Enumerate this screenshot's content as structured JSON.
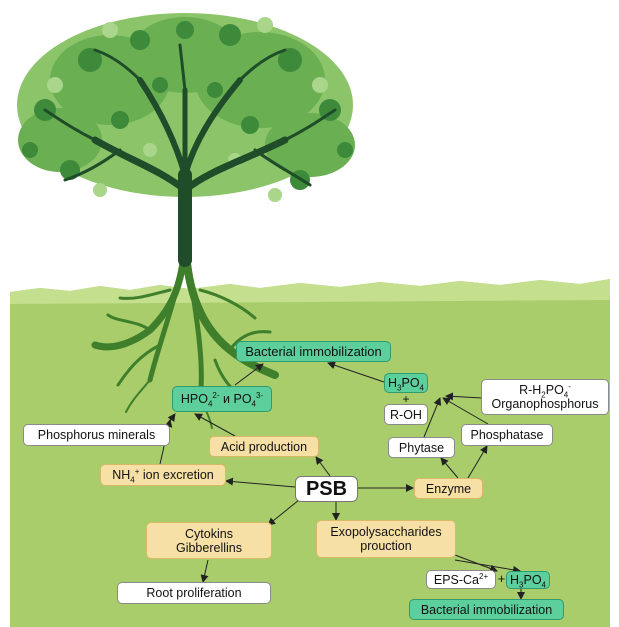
{
  "colors": {
    "soil": "#a9cd6a",
    "soil_light": "#c4df8d",
    "trunk": "#1f4d2a",
    "roots": "#3f7f2c",
    "leaf_dark": "#3d8a3a",
    "leaf_light": "#8cc46a",
    "box_white": "#ffffff",
    "box_yellow": "#f6e0a6",
    "box_green": "#5ccf9c"
  },
  "icons": [
    "tree-icon",
    "roots-icon",
    "grass-icon"
  ],
  "diagram": {
    "psb": "PSB",
    "bacterial_immobilization_top": "Bacterial immobilization",
    "hpo4_po4": {
      "a": "HPO",
      "a_sub": "4",
      "a_sup": "2-",
      "mid": " и PO",
      "b_sub": "4",
      "b_sup": "3-"
    },
    "h3po4_top": {
      "pre": "H",
      "sub1": "3",
      "mid": "PO",
      "sub2": "4"
    },
    "plus_top": "+",
    "r_oh": "R-OH",
    "organophosphorus": {
      "line1_pre": "R-H",
      "line1_sub1": "2",
      "line1_mid": "PO",
      "line1_sub2": "4",
      "line1_sup": "-",
      "line2": "Organophosphorus"
    },
    "phosphorus_minerals": "Phosphorus minerals",
    "acid_production": "Acid production",
    "phytase": "Phytase",
    "phosphatase": "Phosphatase",
    "nh4_excretion": {
      "pre": "NH",
      "sub": "4",
      "sup": "+",
      "post": " ion excretion"
    },
    "enzyme": "Enzyme",
    "cytokins": {
      "line1": "Cytokins",
      "line2": "Gibberellins"
    },
    "exopolysaccharides": {
      "line1": "Exopolysaccharides",
      "line2": "prouction"
    },
    "eps_ca": {
      "pre": "EPS-Ca",
      "sup": "2+"
    },
    "plus_bottom": "+",
    "h3po4_bottom": {
      "pre": "H",
      "sub1": "3",
      "mid": "PO",
      "sub2": "4"
    },
    "root_proliferation": "Root proliferation",
    "bacterial_immobilization_bottom": "Bacterial immobilization"
  }
}
